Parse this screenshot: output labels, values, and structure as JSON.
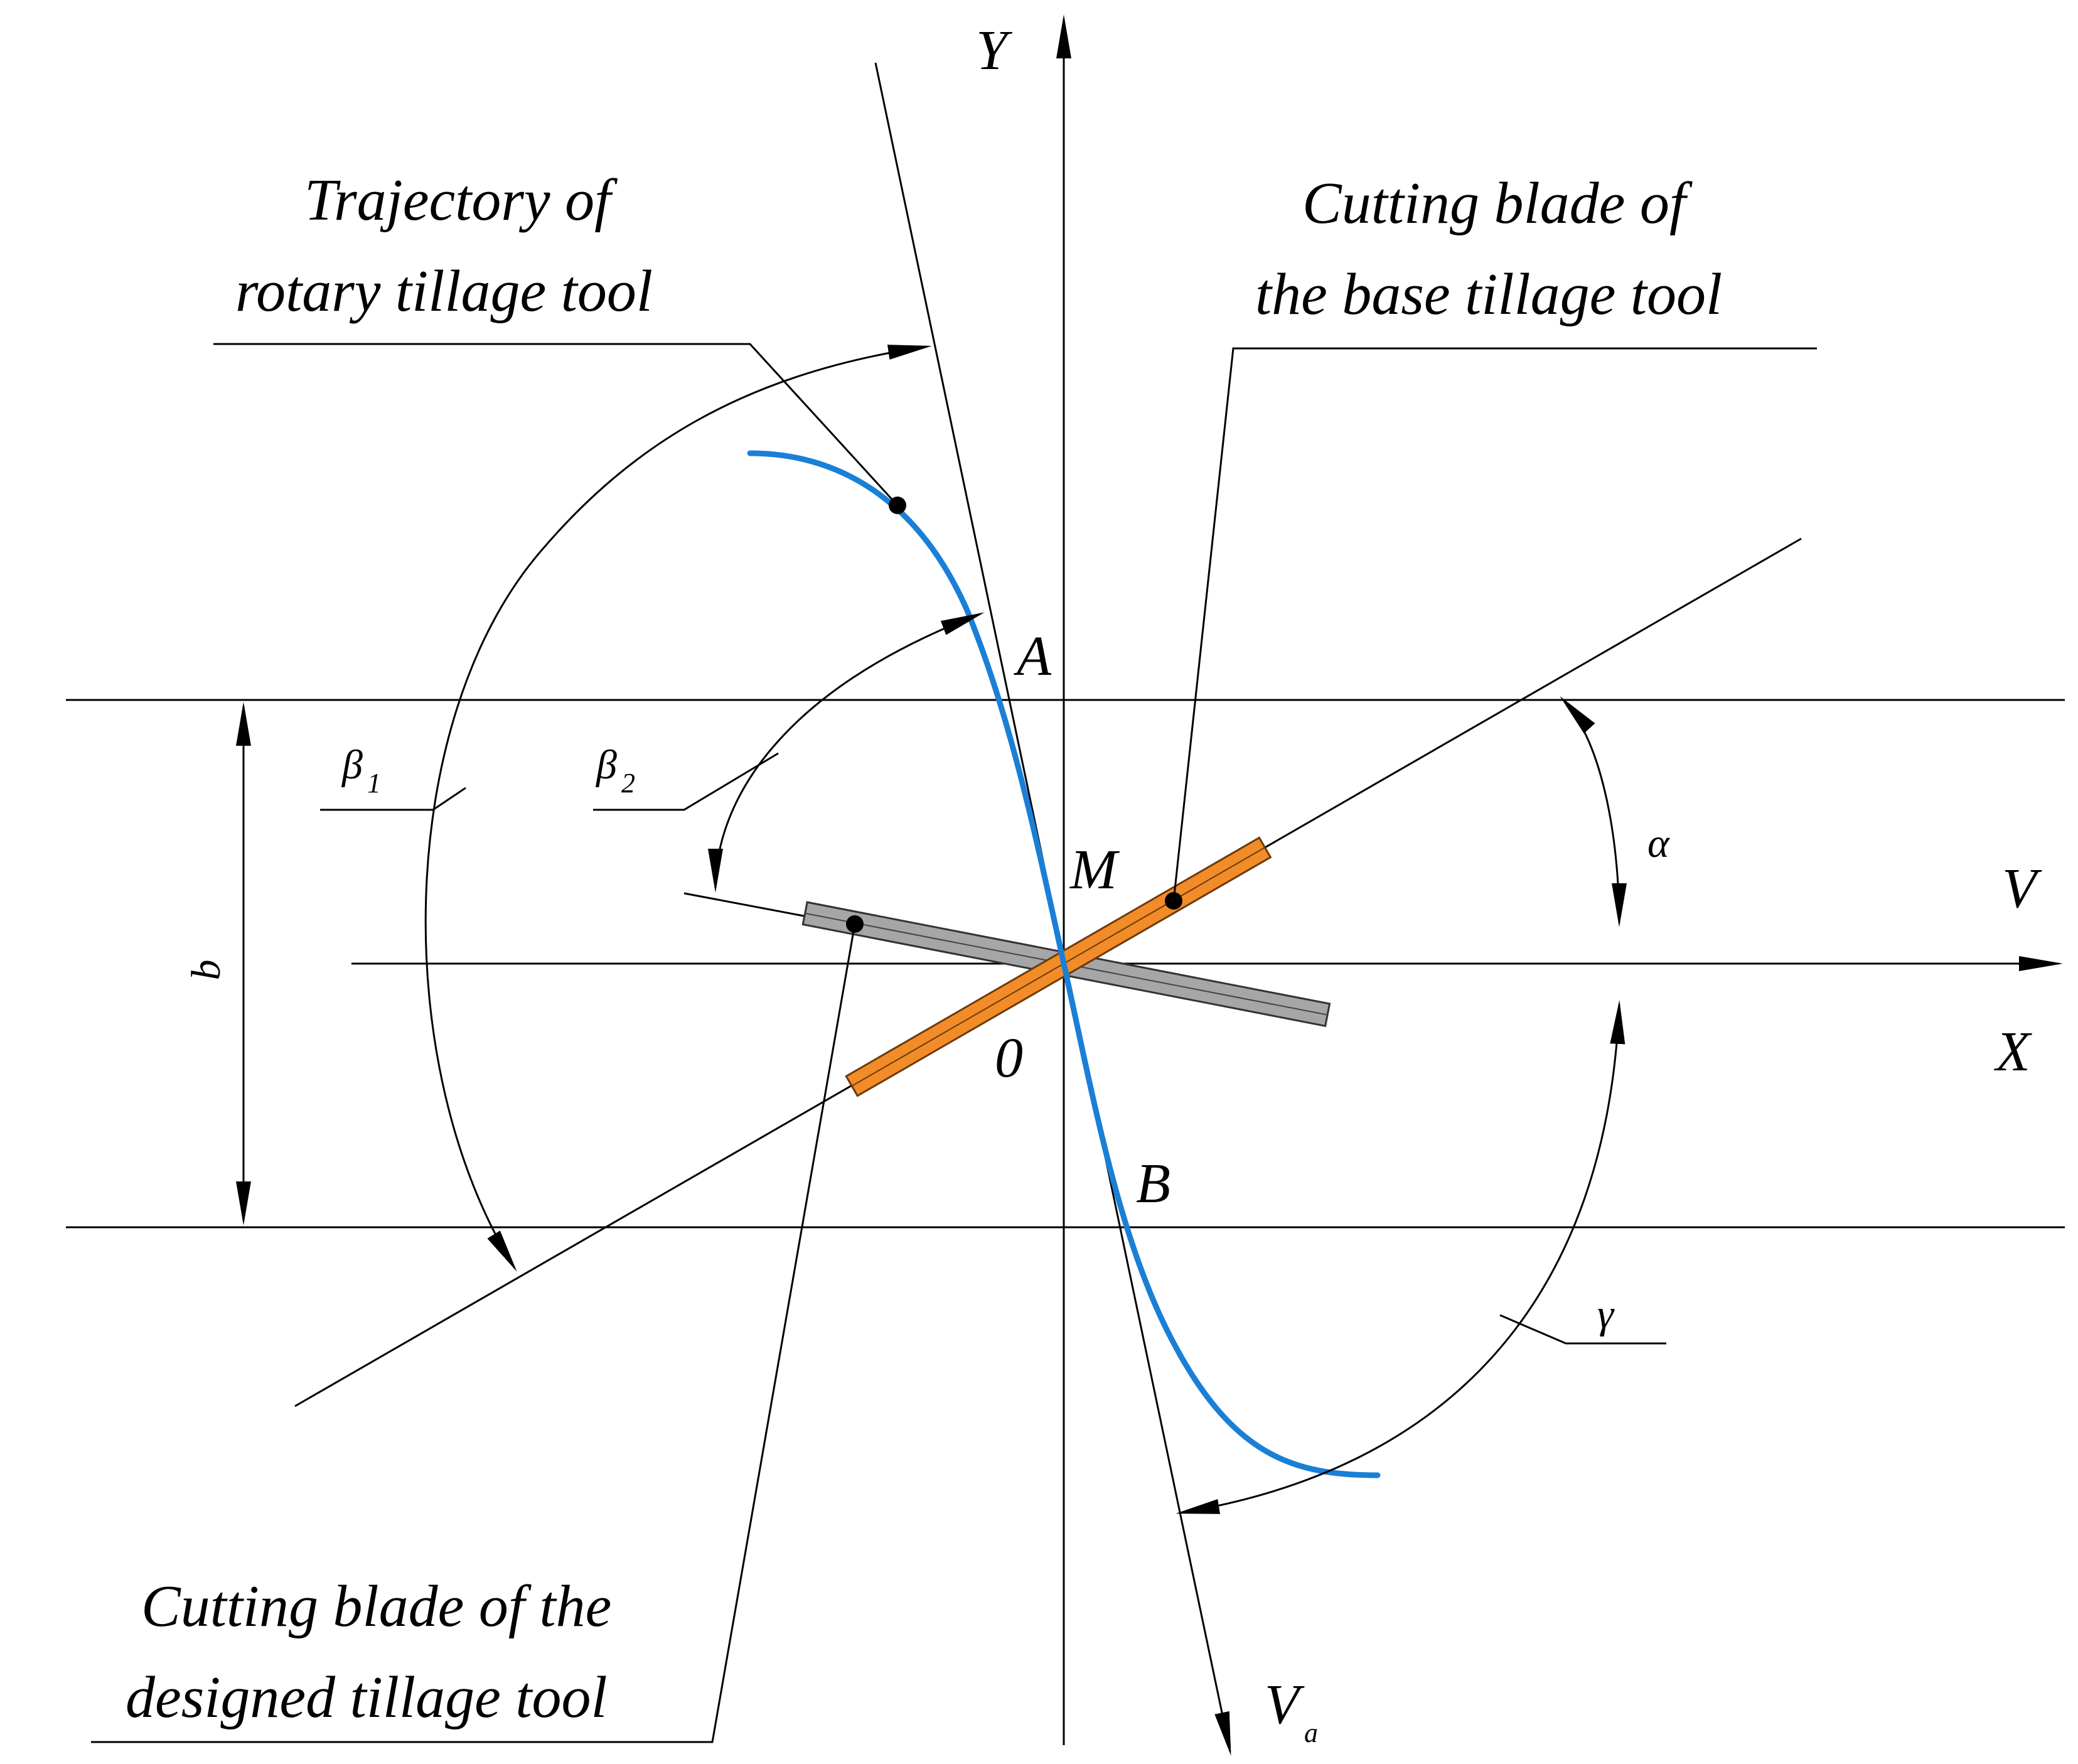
{
  "colors": {
    "trajectory": "#1a7fd6",
    "base_blade": "#f28c28",
    "designed_blade": "#a0a0a0",
    "ink": "#000000"
  },
  "labels": {
    "trajectory_line1": "Trajectory of",
    "trajectory_line2": "rotary tillage tool",
    "base_blade_line1": "Cutting blade of",
    "base_blade_line2": "the base tillage tool",
    "designed_blade_line1": "Cutting blade of the",
    "designed_blade_line2": "designed tillage tool",
    "axis_y": "Y",
    "axis_x": "X",
    "velocity_v": "V",
    "velocity_va": "V",
    "velocity_va_sub": "a",
    "point_a": "A",
    "point_b": "B",
    "point_m": "M",
    "origin": "0",
    "width_b": "b",
    "alpha": "α",
    "beta": "β",
    "beta1_sub": "1",
    "beta2_sub": "2",
    "gamma": "γ"
  }
}
